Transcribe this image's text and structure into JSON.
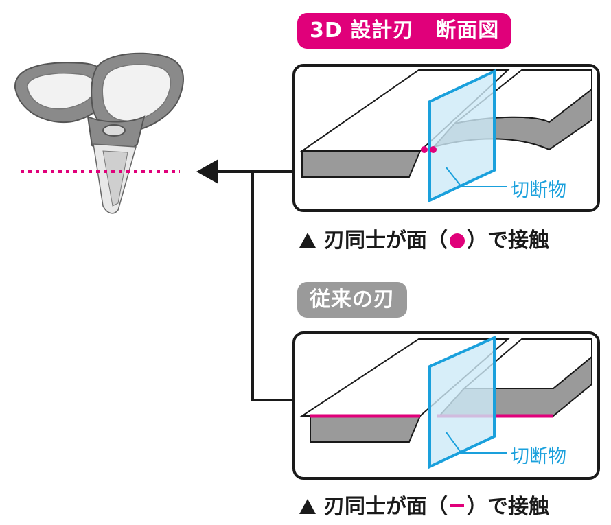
{
  "panels": {
    "new_title": "3D 設計刃　断面図",
    "old_title": "従来の刃",
    "cut_object_label": "切断物",
    "new_caption_pre": "刃同士が面（",
    "new_caption_post": "）で接触",
    "old_caption_pre": "刃同士が面（",
    "old_caption_post": "）で接触"
  },
  "colors": {
    "accent": "#e0007a",
    "cut_object": "#1aa0dc",
    "old_tag": "#9a9a9a"
  }
}
